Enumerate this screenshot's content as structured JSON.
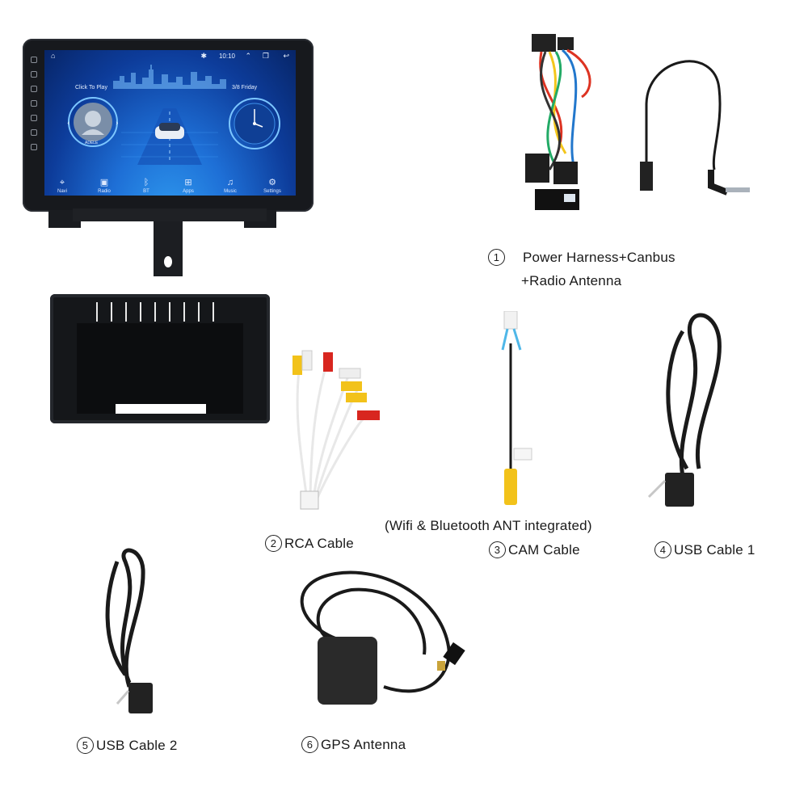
{
  "screen": {
    "time": "10:10",
    "click_to_play": "Click To Play",
    "date": "3/8 Friday",
    "artist_tag": "ADELE",
    "dock": [
      {
        "label": "Navi",
        "icon": "map-pin-icon"
      },
      {
        "label": "Radio",
        "icon": "radio-icon"
      },
      {
        "label": "BT",
        "icon": "bluetooth-icon"
      },
      {
        "label": "Apps",
        "icon": "apps-grid-icon"
      },
      {
        "label": "Music",
        "icon": "music-note-icon"
      },
      {
        "label": "Settings",
        "icon": "gear-icon"
      }
    ]
  },
  "items": {
    "item1": {
      "num": "1",
      "line1": "Power Harness+Canbus",
      "line2": "+Radio Antenna"
    },
    "item2": {
      "num": "2",
      "label": "RCA Cable"
    },
    "item3": {
      "num": "3",
      "label": "CAM Cable",
      "note": "(Wifi & Bluetooth ANT integrated)"
    },
    "item4": {
      "num": "4",
      "label": "USB Cable 1"
    },
    "item5": {
      "num": "5",
      "label": "USB Cable 2"
    },
    "item6": {
      "num": "6",
      "label": "GPS Antenna"
    }
  },
  "colors": {
    "cable": "#161616",
    "rca_red": "#d8261f",
    "rca_yellow": "#f2c21a",
    "rca_white": "#eeeeee",
    "screen_blue": "#1e6fd6"
  }
}
